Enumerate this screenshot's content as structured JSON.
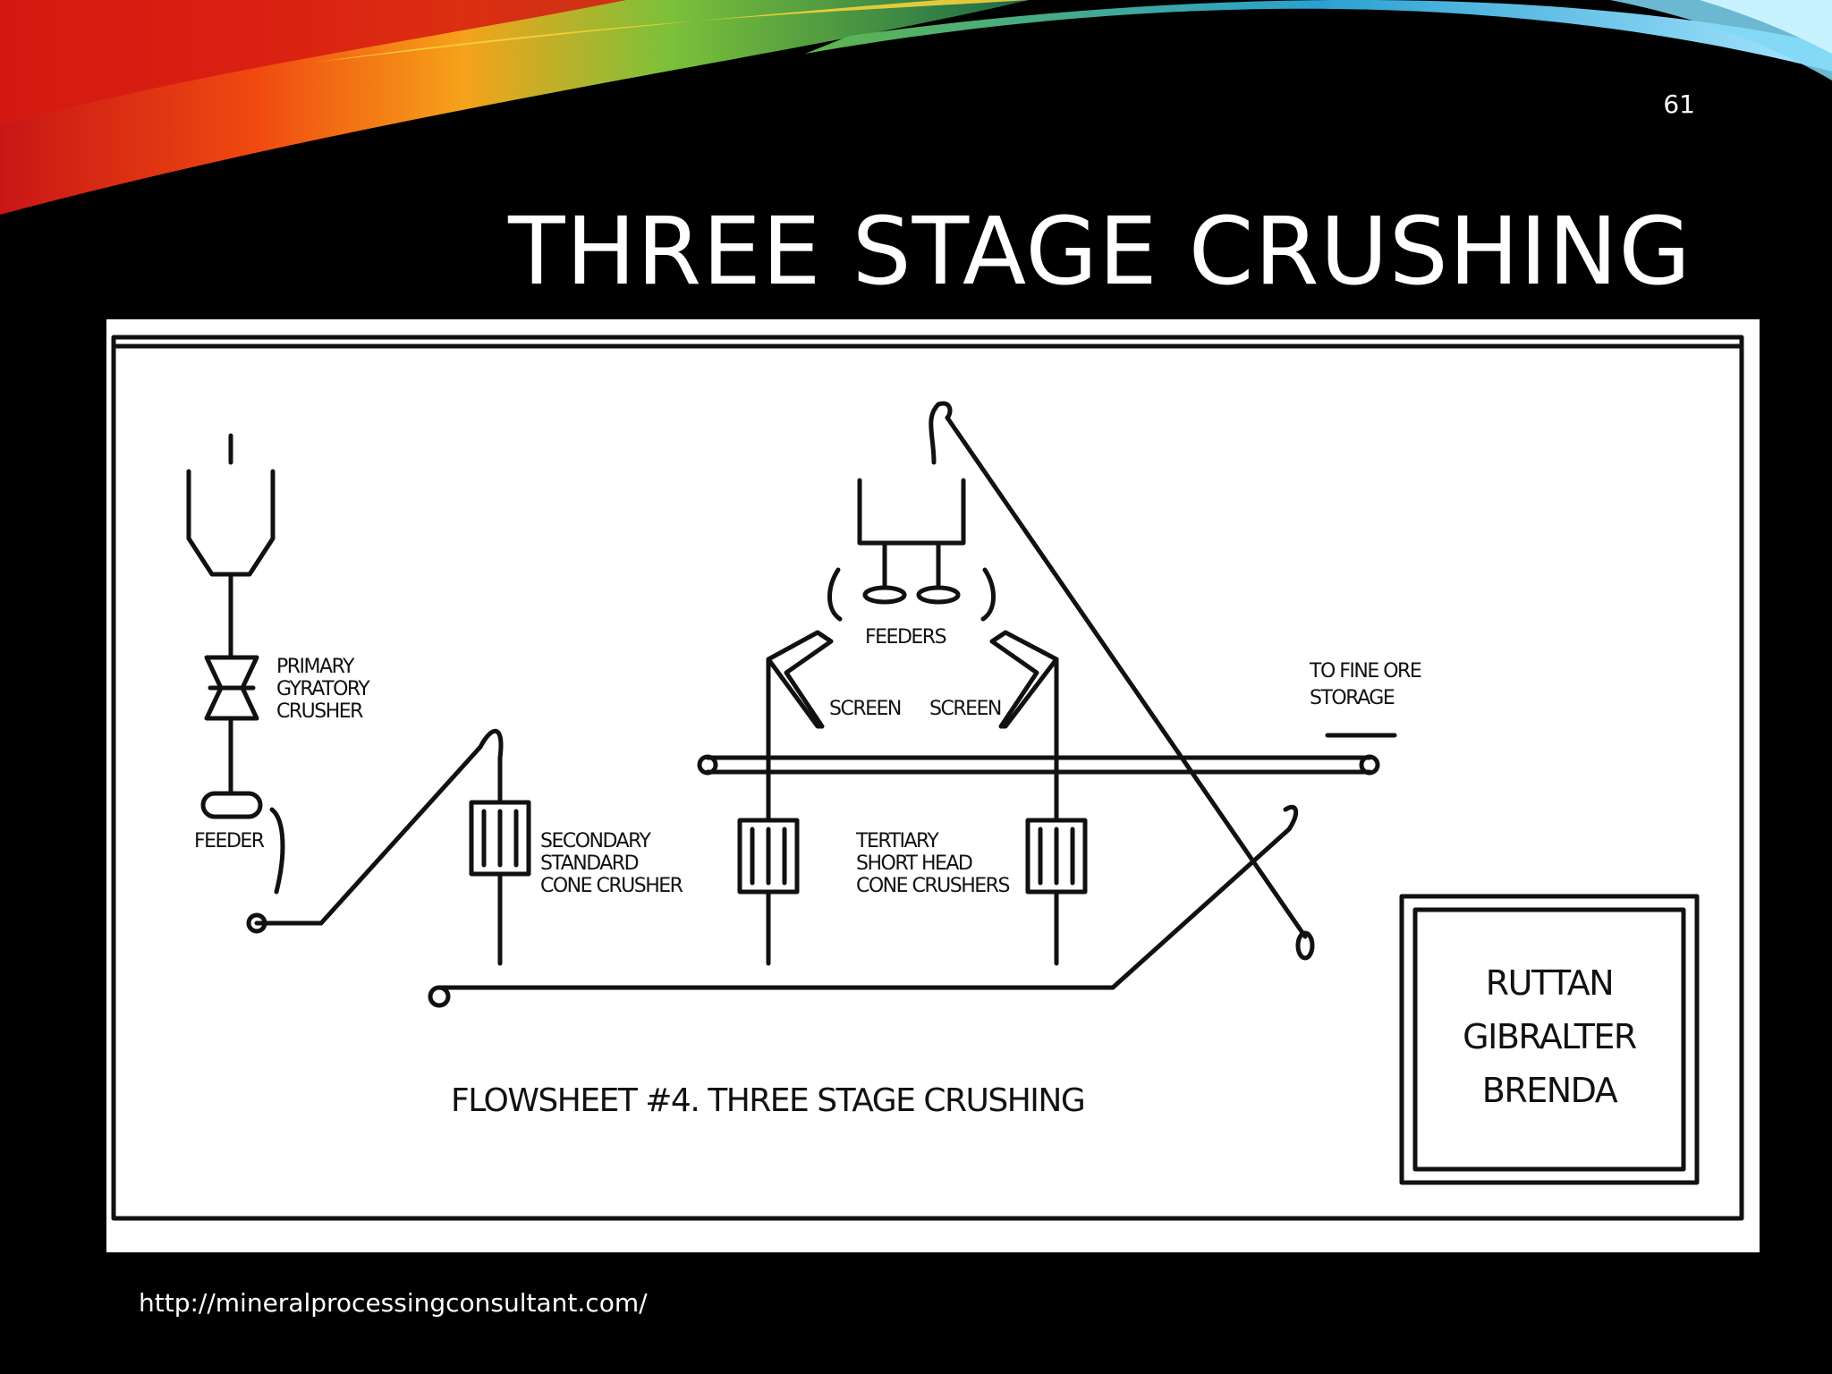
{
  "slide": {
    "number": "61",
    "title": "THREE STAGE CRUSHING",
    "footer_url": "http://mineralprocessingconsultant.com/"
  },
  "diagram": {
    "labels": {
      "primary_crusher": [
        "PRIMARY",
        "GYRATORY",
        "CRUSHER"
      ],
      "primary_feeder": "FEEDER",
      "secondary_crusher": [
        "SECONDARY",
        "STANDARD",
        "CONE CRUSHER"
      ],
      "feeders": "FEEDERS",
      "screen_left": "SCREEN",
      "screen_right": "SCREEN",
      "tertiary_crushers": [
        "TERTIARY",
        "SHORT HEAD",
        "CONE CRUSHERS"
      ],
      "fine_ore": [
        "TO FINE ORE",
        "STORAGE"
      ],
      "caption": "FLOWSHEET #4.   THREE STAGE CRUSHING",
      "plants": [
        "RUTTAN",
        "GIBRALTER",
        "BRENDA"
      ]
    }
  },
  "colors": {
    "background": "#000000",
    "text": "#ffffff",
    "diagram_background": "#ffffff",
    "diagram_ink": "#111111"
  }
}
